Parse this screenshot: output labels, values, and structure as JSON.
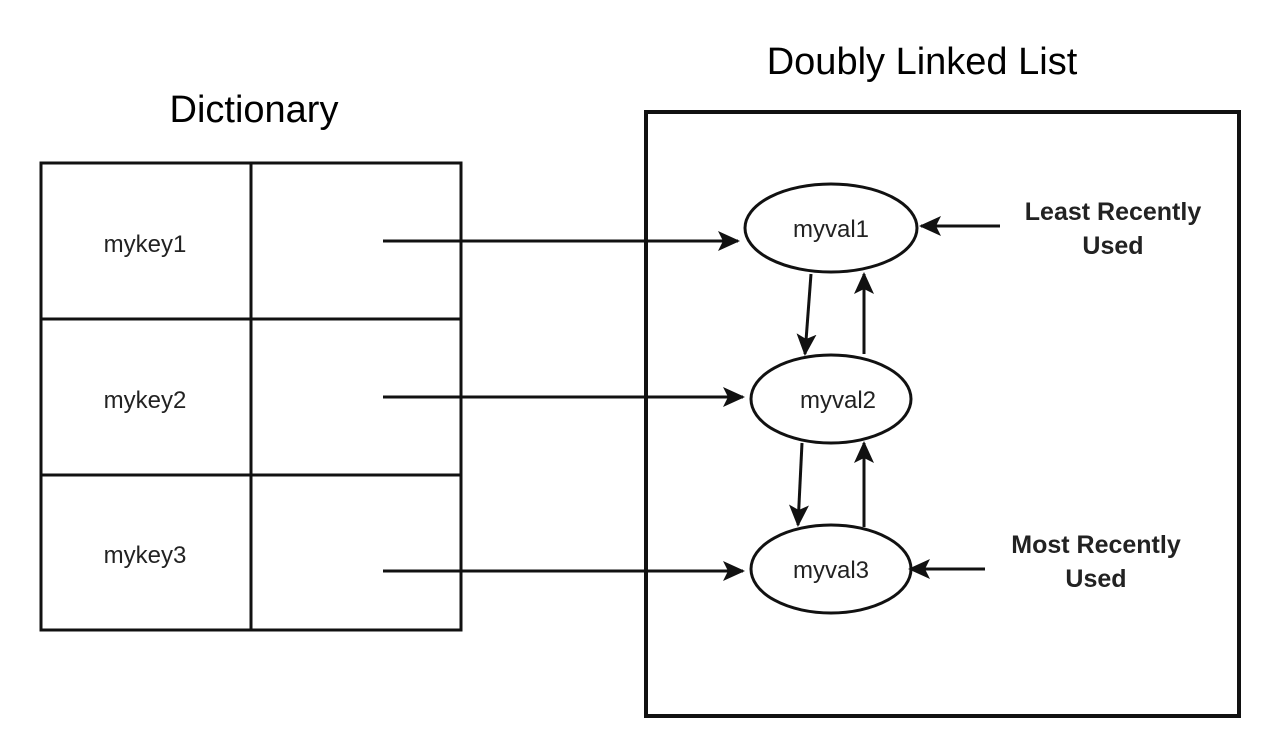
{
  "dictionary": {
    "title": "Dictionary",
    "keys": [
      "mykey1",
      "mykey2",
      "mykey3"
    ]
  },
  "linked_list": {
    "title": "Doubly Linked List",
    "nodes": [
      "myval1",
      "myval2",
      "myval3"
    ]
  },
  "markers": {
    "lru_line1": "Least Recently",
    "lru_line2": "Used",
    "mru_line1": "Most Recently",
    "mru_line2": "Used"
  }
}
